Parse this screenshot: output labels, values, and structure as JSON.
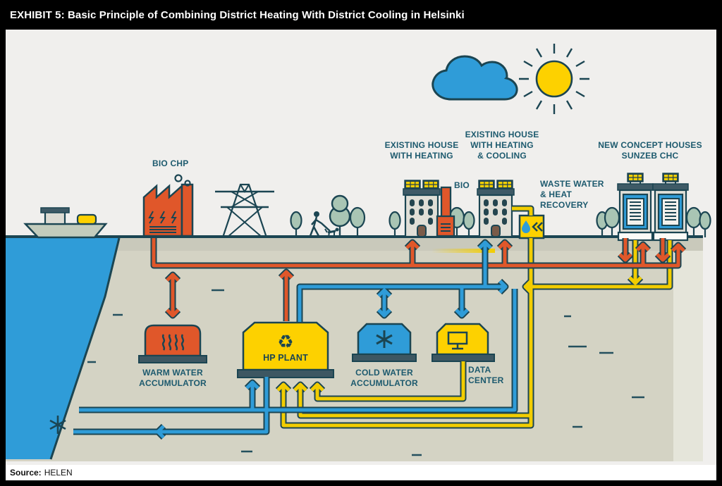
{
  "title": "EXHIBIT 5: Basic Principle of Combining District Heating With District Cooling in Helsinki",
  "source": {
    "label": "Source:",
    "value": "HELEN"
  },
  "diagram": {
    "labels": {
      "bio_chp": "BIO CHP",
      "bio": "BIO",
      "existing_house_heating": [
        "EXISTING HOUSE",
        "WITH HEATING"
      ],
      "existing_house_heating_cooling": [
        "EXISTING HOUSE",
        "WITH HEATING",
        "& COOLING"
      ],
      "new_concept_houses": [
        "NEW CONCEPT HOUSES",
        "SUNZEB CHC"
      ],
      "waste_water": [
        "WASTE WATER",
        "& HEAT",
        "RECOVERY"
      ],
      "warm_water_accumulator": [
        "WARM WATER",
        "ACCUMULATOR"
      ],
      "hp_plant": "HP PLANT",
      "cold_water_accumulator": [
        "COLD WATER",
        "ACCUMULATOR"
      ],
      "data_center": [
        "DATA",
        "CENTER"
      ]
    },
    "colors": {
      "district_heating": "#e0572a",
      "district_cooling": "#2f9cd8",
      "waste_heat": "#f2cd00",
      "outline": "#1b4552",
      "label_text": "#1d5a6e",
      "ground": "#d4d3c4",
      "street": "#c9c9bb",
      "water": "#2f9cd8",
      "sun": "#fdd100",
      "background": "#f0efed"
    },
    "icons": {
      "sun": "sun-icon",
      "cloud": "cloud-icon",
      "ship": "ship-icon",
      "factory": "factory-icon",
      "pylon": "electricity-pylon-icon",
      "tree": "tree-icon",
      "pedestrian": "pedestrian-icon",
      "recycle": "recycle-icon",
      "snowflake": "snowflake-icon",
      "droplet": "water-droplet-icon",
      "monitor": "monitor-icon",
      "heat_waves": "heat-waves-icon"
    }
  }
}
